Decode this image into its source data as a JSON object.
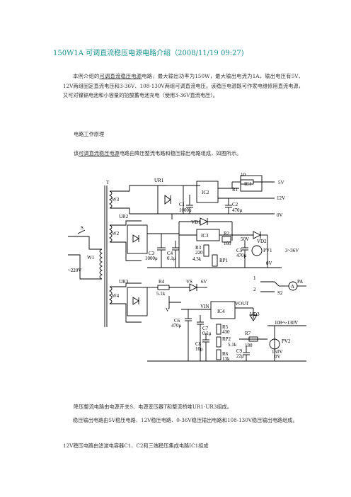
{
  "title": "150W1A 可调直流稳压电源电路介绍（2008/11/19 09:27)",
  "intro": {
    "prefix": "本例介绍的",
    "link": "可调直流稳压电源",
    "suffix": "电路，最大输出功率为150W，最大输出电流为1A，输出电压有5V、12V两组固定直流电压和3-36V、108-130V两组可调直流电压。该稳压电源既可作家电维修用直流电源，又可对镍镉电池和小容量的铅酸蓄电池充电（使用3-36V直流电压）。"
  },
  "section_heading": "电路工作原理",
  "circuit_intro": {
    "prefix": "该",
    "link": "可调直流稳压电源",
    "suffix": "电路由降压整流电路和稳压输出电路组成，如图所示。"
  },
  "diagram_labels": {
    "T": "T",
    "W1": "W1",
    "W2": "W2",
    "W3": "W3",
    "W4": "W4",
    "S": "S",
    "ac_in": "~220V",
    "UR1": "UR1",
    "UR2": "UR2",
    "UR3": "UR3",
    "IC1": "IC1",
    "IC2": "IC2",
    "IC3": "IC3",
    "IC4": "IC4",
    "R1": "R1",
    "R1v": "10",
    "C1": "C1",
    "C1v": "1000μ",
    "C2": "C2",
    "C2v": "470μ",
    "out5": "5V",
    "out12": "12V",
    "gnd": "0V",
    "VD1": "VD1",
    "VD2": "VD2",
    "VD3": "VD3",
    "R2": "R2",
    "R2v": "160",
    "R3": "R3",
    "R3v": "220",
    "RP1v": "4.3k",
    "RP1": "RP1",
    "C3": "C3",
    "C3v": "1000μ",
    "C4": "C4",
    "C4v": "0.1μ",
    "C5": "C5",
    "C5v": "470μ",
    "v50": "50V",
    "PV1": "PV1",
    "range1": "3~36V",
    "R4": "R4",
    "R4v": "5.1k",
    "VS": "VS",
    "VSv": "6V",
    "V": "V",
    "VIN": "VIN",
    "VOUT": "VOUT",
    "C6": "C6",
    "C6v": "470μ",
    "C7": "C7",
    "C7v": "0.1μ",
    "R5": "R5",
    "R5v": "430",
    "RP2": "RP2",
    "RP2v": "5.1k",
    "C8": "C8",
    "C8v": "10μ",
    "R6": "R6",
    "R6v": "13k",
    "R7": "R7",
    "R7v": "180",
    "C9": "C9",
    "C9v": "22μ",
    "range2": "108～130V",
    "PV2": "PV2",
    "v150": "150V",
    "n1": "1",
    "n2": "2",
    "S2": "S2",
    "A": "A",
    "PA": "PA"
  },
  "para2": "降压整流电路由电源开关S、电源变压器T和整流桥堆UR1-UR3组成。",
  "para3": "稳压输出电路由5V稳压电路、12V稳压电路、0-36V稳压输出电路和108-130V稳压输出电路组成。",
  "para4": "12V稳压电路由滤波电容器C1、C2和三端稳压集成电路IC1组成"
}
